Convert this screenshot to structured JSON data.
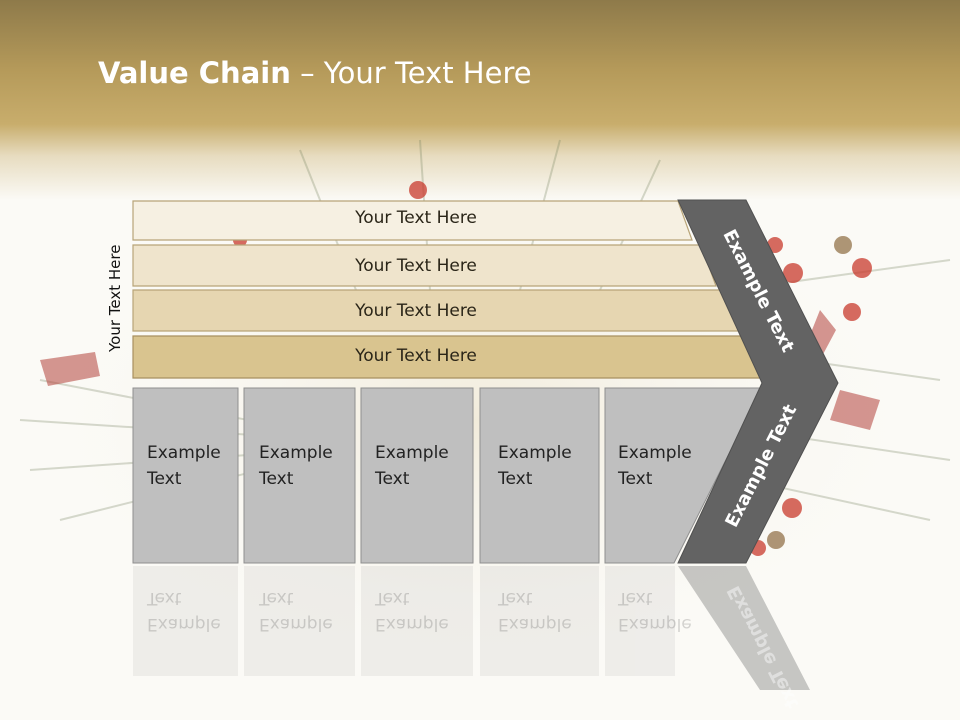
{
  "slide": {
    "title_bold": "Value Chain",
    "title_rest": " – Your Text Here",
    "side_label": "Your Text Here"
  },
  "layers": [
    {
      "label": "Your Text Here",
      "color": "#f6f0e2"
    },
    {
      "label": "Your Text Here",
      "color": "#efe4cc"
    },
    {
      "label": "Your Text Here",
      "color": "#e6d6b1"
    },
    {
      "label": "Your Text Here",
      "color": "#d9c48f"
    }
  ],
  "boxes": [
    {
      "line1": "Example",
      "line2": "Text"
    },
    {
      "line1": "Example",
      "line2": "Text"
    },
    {
      "line1": "Example",
      "line2": "Text"
    },
    {
      "line1": "Example",
      "line2": "Text"
    },
    {
      "line1": "Example",
      "line2": "Text"
    }
  ],
  "arrow": {
    "upper_label": "Example Text",
    "lower_label": "Example Text",
    "color": "#636363"
  },
  "colors": {
    "box_fill": "#bfbfbf",
    "header": "#b59a5a"
  }
}
